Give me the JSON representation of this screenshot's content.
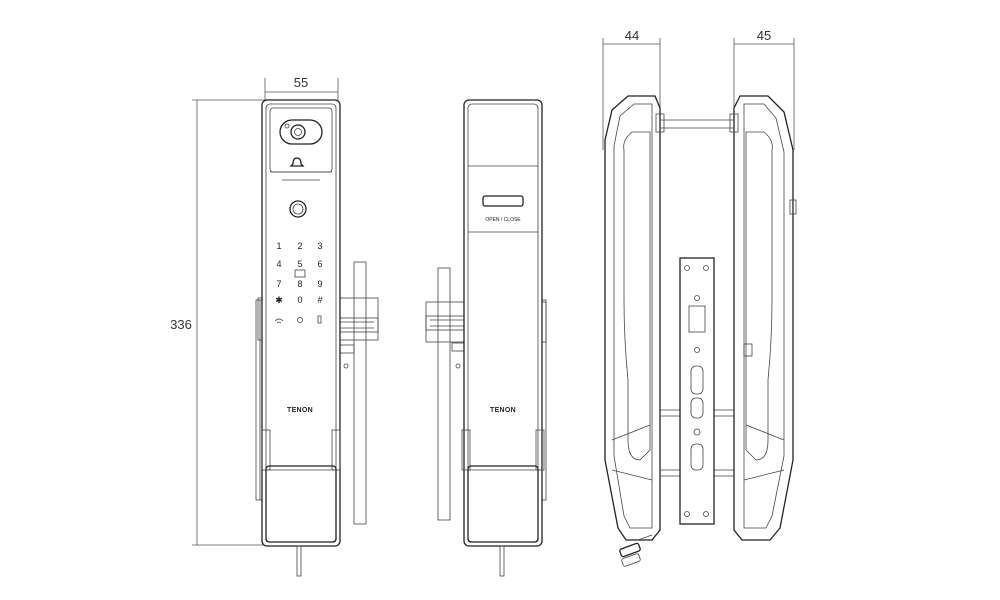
{
  "dimensions": {
    "front_width": "55",
    "height": "336",
    "depth_front": "44",
    "depth_back": "45"
  },
  "keypad": {
    "keys": [
      "1",
      "2",
      "3",
      "4",
      "5",
      "6",
      "7",
      "8",
      "9",
      "✱",
      "0",
      "#"
    ]
  },
  "brand": {
    "front_logo": "TENON",
    "back_logo": "TENON"
  },
  "back_panel": {
    "handle_label": "OPEN / CLOSE"
  }
}
